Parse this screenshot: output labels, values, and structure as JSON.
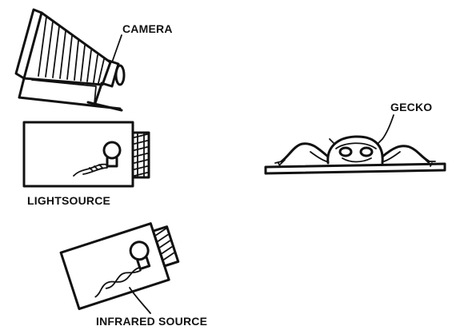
{
  "labels": {
    "camera": "CAMERA",
    "gecko": "GECKO",
    "light_source": "LIGHTSOURCE",
    "infrared_source": "INFRARED SOURCE"
  },
  "colors": {
    "ink": "#111111",
    "background": "#ffffff"
  }
}
